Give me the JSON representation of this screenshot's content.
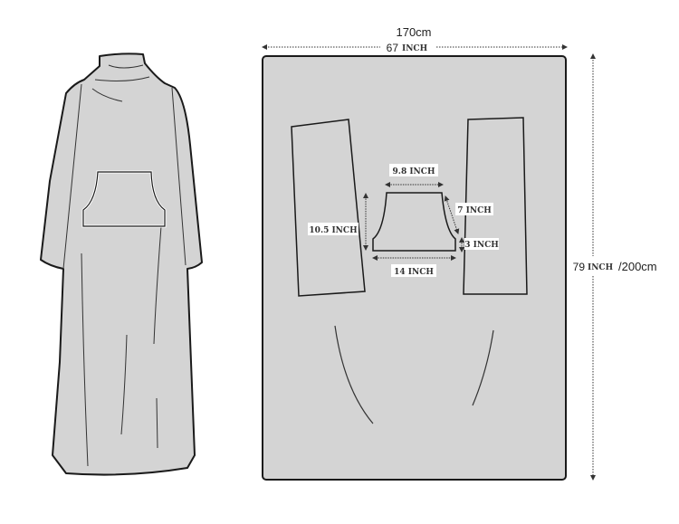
{
  "width_cm": "170cm",
  "width_inch_num": "67",
  "width_inch_unit": "INCH",
  "height_inch_num": "79",
  "height_inch_unit": "INCH",
  "height_cm": "/200cm",
  "pocket": {
    "top": "9.8 INCH",
    "side": "7 INCH",
    "corner": "3 INCH",
    "height": "10.5 INCH",
    "bottom": "14 INCH"
  },
  "colors": {
    "fill": "#d4d4d4",
    "stroke": "#1a1a1a"
  }
}
